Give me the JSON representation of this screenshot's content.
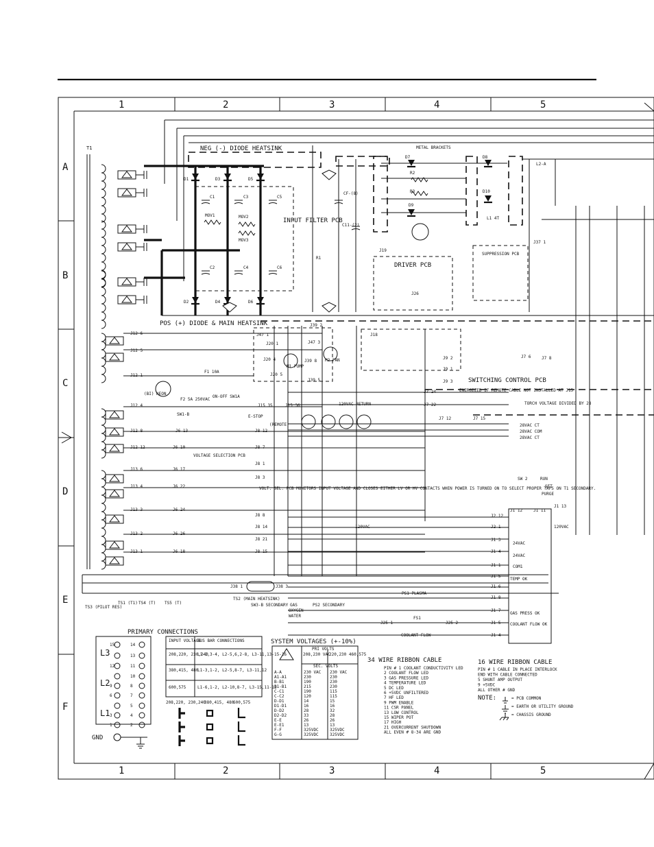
{
  "grid": {
    "columns": [
      "1",
      "2",
      "3",
      "4",
      "5"
    ],
    "rows": [
      "A",
      "B",
      "C",
      "D",
      "E",
      "F"
    ]
  },
  "blocks": {
    "neg_heatsink": "NEG (-) DIODE HEATSINK",
    "pos_heatsink": "POS (+) DIODE & MAIN HEATSINK",
    "input_filter": "INPUT FILTER PCB",
    "driver_pcb": "DRIVER PCB",
    "suppression_pcb": "SUPPRESSION PCB",
    "switching_pcb": "SWITCHING CONTROL PCB",
    "metal_brackets": "METAL BRACKETS",
    "voltage_selection": "VOLTAGE SELECTION PCB",
    "energized_note": "ENERGIZED IF REMOTE CABLE NOT INSTALLED AT J15",
    "torch_voltage": "TORCH VOLTAGE DIVIDED BY 28",
    "volt_sel_note": "VOLT. SEL. PCB MONITORS INPUT VOLTAGE AND CLOSES EITHER LV OR HV CONTACTS WHEN POWER IS TURNED ON TO SELECT PROPER TAPS ON T1 SECONDARY."
  },
  "components": {
    "t1": "T1",
    "d1": "D1",
    "d2": "D2",
    "d3": "D3",
    "d4": "D4",
    "d5": "D5",
    "d6": "D6",
    "d7": "D7",
    "d8": "D8",
    "d9": "D9",
    "d10": "D10",
    "c1": "C1",
    "c2": "C2",
    "c3": "C3",
    "c4": "C4",
    "c5": "C5",
    "c6": "C6",
    "mov1": "MOV1",
    "mov2": "MOV2",
    "mov3": "MOV3",
    "r1": "R1",
    "r2": "R2",
    "r3": "R3",
    "cf": "CF-(8)",
    "cm": "C11-(2)",
    "fan": "M2 FAN",
    "pump": "M1 PUMP",
    "f1": "F1 10A",
    "f2": "F2 5A 250VAC",
    "ne": "(BI) NEON",
    "sw1": "SW1-B",
    "estop": "E-STOP",
    "remote": "(REMOTE)",
    "ts1": "TS1 (T1)",
    "ts2": "TS2 (MAIN HEATSINK)",
    "ts3": "TS3 (PILOT RES)",
    "ts4": "TS4 (T)",
    "ts5": "TS5 (T)",
    "sw3": "SW3-B SECONDARY",
    "gas": "GAS",
    "oxygen": "OXYGEN",
    "water": "WATER",
    "ps1": "PS1 PLASMA",
    "ps2": "PS2 SECONDARY",
    "fs1": "FS1",
    "coolant_flow": "COOLANT FLOW",
    "sw2": "SW 2",
    "run": "RUN",
    "set": "SET",
    "purge": "PURGE",
    "l1": "L1 4T",
    "l2": "L2-A",
    "on_off": "ON-OFF SW1A",
    "ret": "120VAC RETURN",
    "vac120": "120VAC",
    "vac24": "24VAC",
    "com": "COM1",
    "temp_ok": "TEMP OK",
    "gas_ok": "GAS PRESS OK",
    "flow_ok": "COOLANT FLOW OK",
    "ct28": "28VAC CT",
    "com28": "28VAC COM",
    "ct28b": "28VAC CT"
  },
  "primary": {
    "title": "PRIMARY CONNECTIONS",
    "labels": [
      "L3",
      "L2",
      "L1",
      "GND"
    ],
    "terminals_left": [
      "15",
      "12",
      "9",
      "6",
      "3",
      "1"
    ],
    "terminals_right": [
      "14",
      "13",
      "11",
      "10",
      "8",
      "7",
      "5",
      "4",
      "2"
    ],
    "table_head": [
      "INPUT VOLTAGE",
      "BUS BAR CONNECTIONS"
    ],
    "rows": [
      [
        "208,220, 230,240",
        "L1-1,3-4, L2-5,6,2-8, L3-11,13-15-16"
      ],
      [
        "380,415, 480",
        "L1-3,1-2, L2-5,8-7, L3-11,12"
      ],
      [
        "600,575",
        "L1-6,1-2, L2-10,8-7, L3-15,11-12"
      ]
    ],
    "bar_heads": [
      "208,220, 230,240",
      "380,415, 480",
      "600,575"
    ]
  },
  "system_voltages": {
    "title": "SYSTEM VOLTAGES (+-10%)",
    "head1": "PRI VOLTS",
    "cols": [
      "208,230 VAC",
      "220,230 460,575"
    ],
    "head2": "SEC. VOLTS",
    "rows": [
      [
        "A-A",
        "230 VAC",
        "230 VAC"
      ],
      [
        "A1-A1",
        "230",
        "230"
      ],
      [
        "B-B1",
        "190",
        "230"
      ],
      [
        "B1-B1",
        "215",
        "230"
      ],
      [
        "C-C1",
        "190",
        "115"
      ],
      [
        "C-C2",
        "120",
        "115"
      ],
      [
        "D-D1",
        "14",
        "15"
      ],
      [
        "D1-D1",
        "16",
        "16"
      ],
      [
        "D-D2",
        "28",
        "32"
      ],
      [
        "D2-D2",
        "33",
        "28"
      ],
      [
        "E-E",
        "26",
        "26"
      ],
      [
        "E-E1",
        "13",
        "13"
      ],
      [
        "F-F",
        "325VDC",
        "325VDC"
      ],
      [
        "G-G",
        "325VDC",
        "325VDC"
      ]
    ]
  },
  "ribbon34": {
    "title": "34 WIRE RIBBON CABLE",
    "items": [
      "PIN # 1   COOLANT CONDUCTIVITY LED",
      "2   COOLANT FLOW LED",
      "3   GAS PRESSURE LED",
      "4   TEMPERATURE LED",
      "5   DC LED",
      "6   +5VDC UNFILTERED",
      "7   HF LED",
      "9   PWM ENABLE",
      "11  CSR   PANEL",
      "13  LOW   CONTROL",
      "15  WIPER POT",
      "17  HIGH",
      "21  OVERCURRENT SHUTDOWN",
      "ALL EVEN # 8-34 ARE GND"
    ]
  },
  "ribbon16": {
    "title": "16 WIRE RIBBON CABLE",
    "items": [
      "PIN # 1   CABLE IN PLACE INTERLOCK",
      "END WITH CABLE CONNECTED",
      "5   SHUNT AMP OUTPUT",
      "9   +5VDC",
      "ALL OTHER # GND"
    ],
    "note_title": "NOTE:",
    "notes": [
      "= PCB COMMON",
      "= EARTH OR UTILITY GROUND",
      "= CHASSIS GROUND"
    ]
  },
  "connectors": {
    "j12_6": "J12 6",
    "j12_5": "J12 5",
    "j12_1": "J12 1",
    "j12_4": "J12 4",
    "j12_8": "J12 8",
    "j12_12": "J12 12",
    "j13_6": "J13 6",
    "j13_4": "J13 4",
    "j13_3": "J13 3",
    "j13_2": "J13 2",
    "j13_1": "J13 1",
    "j6_13": "J6 13",
    "j6_10": "J6 10",
    "j6_17": "J6 17",
    "j6_22": "J6 22",
    "j6_24": "J6 24",
    "j6_26": "J6 26",
    "j6_18": "J6 18",
    "j8_12": "J8 12",
    "j8_7": "J8 7",
    "j8_1": "J8 1",
    "j8_3": "J8 3",
    "j8_8": "J8 8",
    "j8_14": "J8 14",
    "j8_21": "J8 21",
    "j8_15": "J8 15",
    "j1_12": "J1 12",
    "j1_1": "J1 1",
    "j1_3": "J1 3",
    "j1_4": "J1 4",
    "j1_5": "J1 5",
    "j1_6": "J1 6",
    "j1_7": "J1 7",
    "j1_8": "J1 8",
    "j1_11": "J1 11",
    "j1_13": "J1 13",
    "j2_12": "J2 12",
    "j2_1": "J2 1",
    "j7_24": "J7 24",
    "j7_22": "J7 22",
    "j7_12": "J7 12",
    "j7_15": "J7 15",
    "j7_6": "J7 6",
    "j7_8": "J7 8",
    "j9_1": "J9 1",
    "j9_2": "J9 2",
    "j9_3": "J9 3",
    "j20_1": "J20 1",
    "j20_4": "J20 4",
    "j20_5": "J20 5",
    "j39_2": "J39 2",
    "j39_8": "J39 8",
    "j39_5": "J39 5",
    "j47_1": "J47 1",
    "j47_3": "J47 3",
    "j25_1": "J25 1",
    "j25_2": "J25 2",
    "j38_1": "J38 1",
    "j38_3": "J38 3",
    "j15_35": "J15 35",
    "j15_36": "J15 36",
    "j18": "J18",
    "j19": "J19",
    "j26": "J26",
    "j37_1": "J37 1"
  }
}
